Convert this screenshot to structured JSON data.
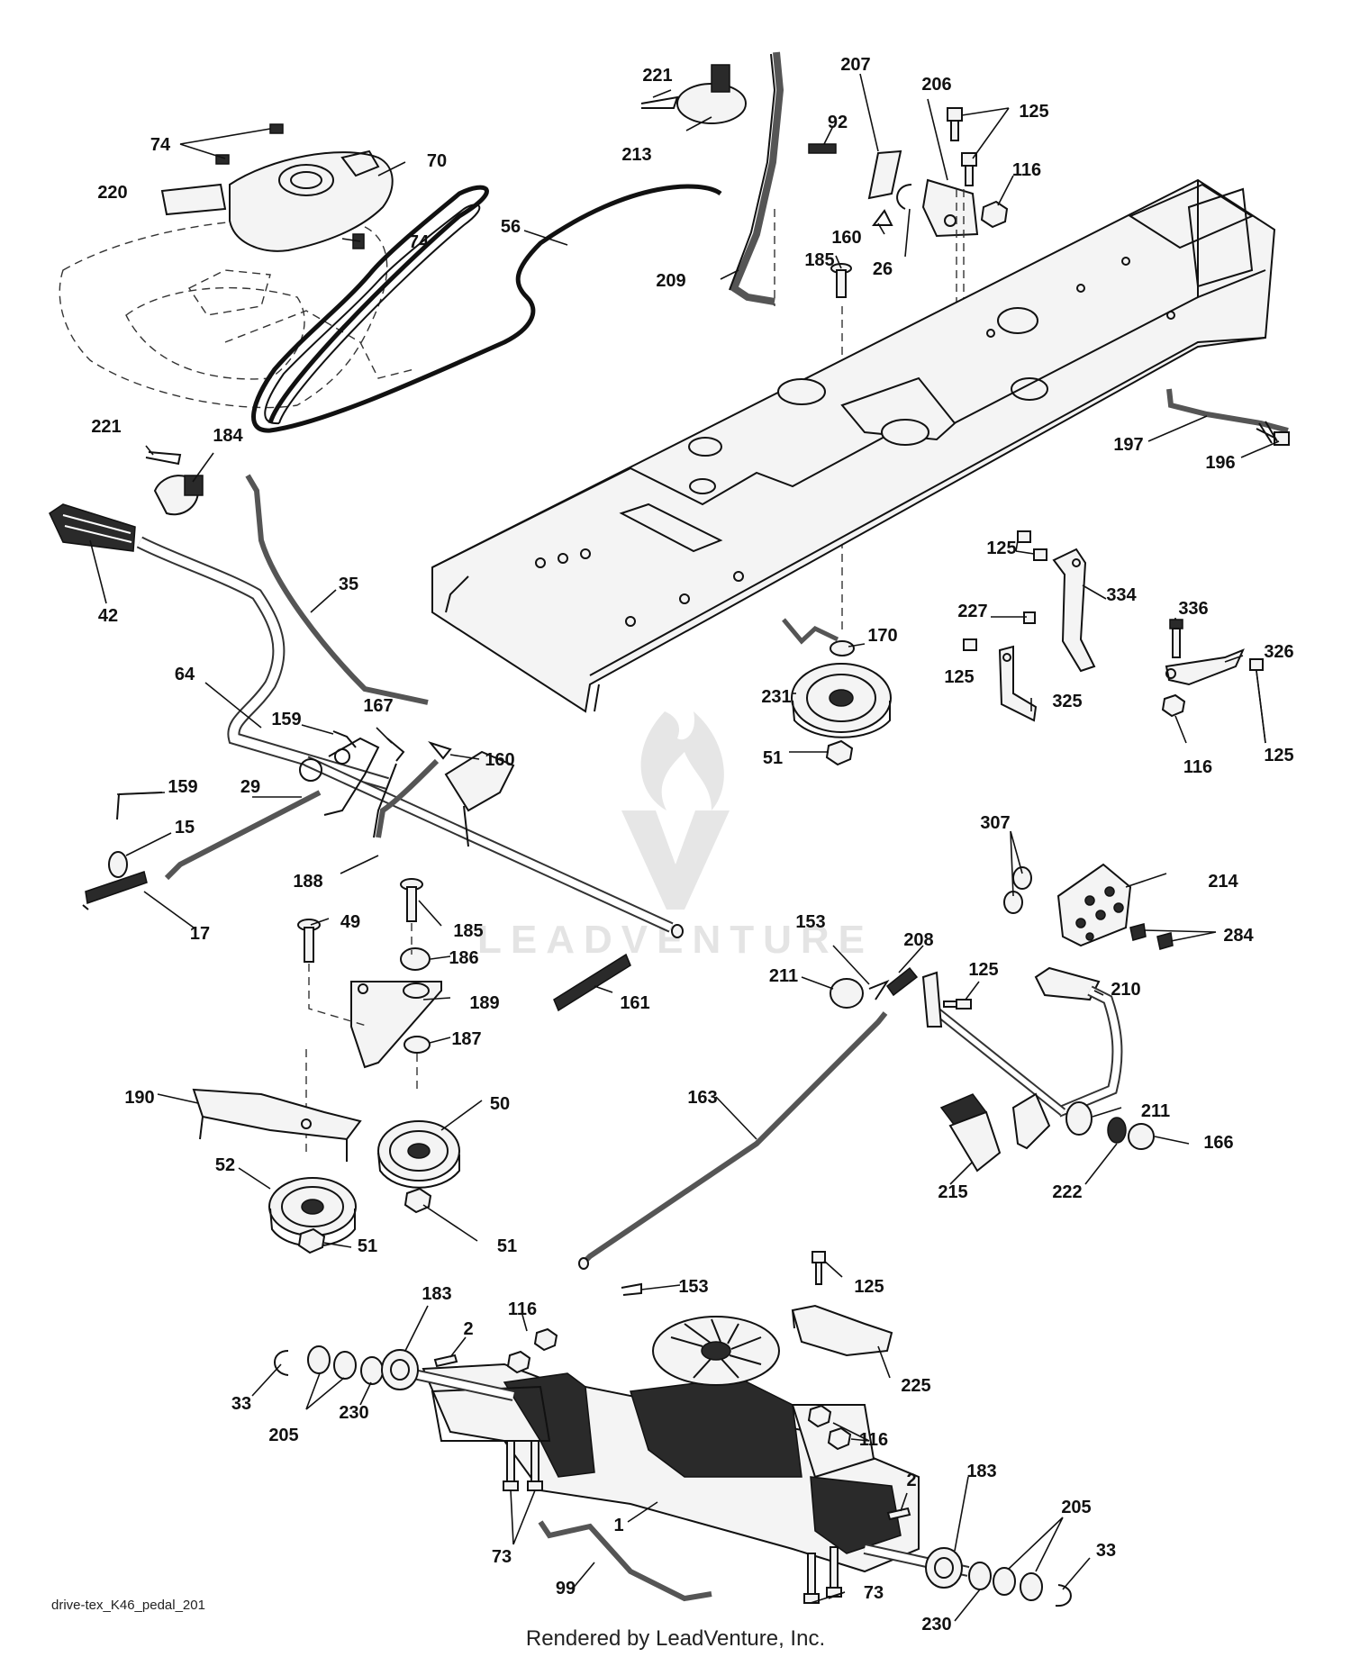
{
  "diagram": {
    "drawing_id": "drive-tex_K46_pedal_201",
    "footer": "Rendered by LeadVenture, Inc.",
    "watermark": "LEADVENTURE",
    "callouts": [
      {
        "id": "c221a",
        "text": "221"
      },
      {
        "id": "c213",
        "text": "213"
      },
      {
        "id": "c207",
        "text": "207"
      },
      {
        "id": "c206",
        "text": "206"
      },
      {
        "id": "c125a",
        "text": "125"
      },
      {
        "id": "c92",
        "text": "92"
      },
      {
        "id": "c116a",
        "text": "116"
      },
      {
        "id": "c74a",
        "text": "74"
      },
      {
        "id": "c70",
        "text": "70"
      },
      {
        "id": "c220",
        "text": "220"
      },
      {
        "id": "c74b",
        "text": "74"
      },
      {
        "id": "c56",
        "text": "56"
      },
      {
        "id": "c160a",
        "text": "160"
      },
      {
        "id": "c26",
        "text": "26"
      },
      {
        "id": "c185a",
        "text": "185"
      },
      {
        "id": "c209",
        "text": "209"
      },
      {
        "id": "c197",
        "text": "197"
      },
      {
        "id": "c196",
        "text": "196"
      },
      {
        "id": "c221b",
        "text": "221"
      },
      {
        "id": "c184",
        "text": "184"
      },
      {
        "id": "c42",
        "text": "42"
      },
      {
        "id": "c35",
        "text": "35"
      },
      {
        "id": "c125b",
        "text": "125"
      },
      {
        "id": "c334",
        "text": "334"
      },
      {
        "id": "c227",
        "text": "227"
      },
      {
        "id": "c336",
        "text": "336"
      },
      {
        "id": "c170",
        "text": "170"
      },
      {
        "id": "c326",
        "text": "326"
      },
      {
        "id": "c125c",
        "text": "125"
      },
      {
        "id": "c325",
        "text": "325"
      },
      {
        "id": "c231",
        "text": "231"
      },
      {
        "id": "c64",
        "text": "64"
      },
      {
        "id": "c159a",
        "text": "159"
      },
      {
        "id": "c167",
        "text": "167"
      },
      {
        "id": "c160b",
        "text": "160"
      },
      {
        "id": "c51a",
        "text": "51"
      },
      {
        "id": "c116b",
        "text": "116"
      },
      {
        "id": "c125d",
        "text": "125"
      },
      {
        "id": "c159b",
        "text": "159"
      },
      {
        "id": "c29",
        "text": "29"
      },
      {
        "id": "c15",
        "text": "15"
      },
      {
        "id": "c188",
        "text": "188"
      },
      {
        "id": "c307",
        "text": "307"
      },
      {
        "id": "c214",
        "text": "214"
      },
      {
        "id": "c17",
        "text": "17"
      },
      {
        "id": "c49",
        "text": "49"
      },
      {
        "id": "c185b",
        "text": "185"
      },
      {
        "id": "c153a",
        "text": "153"
      },
      {
        "id": "c208",
        "text": "208"
      },
      {
        "id": "c284",
        "text": "284"
      },
      {
        "id": "c186",
        "text": "186"
      },
      {
        "id": "c211a",
        "text": "211"
      },
      {
        "id": "c125e",
        "text": "125"
      },
      {
        "id": "c210",
        "text": "210"
      },
      {
        "id": "c189",
        "text": "189"
      },
      {
        "id": "c161",
        "text": "161"
      },
      {
        "id": "c187",
        "text": "187"
      },
      {
        "id": "c190",
        "text": "190"
      },
      {
        "id": "c50",
        "text": "50"
      },
      {
        "id": "c163",
        "text": "163"
      },
      {
        "id": "c211b",
        "text": "211"
      },
      {
        "id": "c166",
        "text": "166"
      },
      {
        "id": "c52",
        "text": "52"
      },
      {
        "id": "c215",
        "text": "215"
      },
      {
        "id": "c222",
        "text": "222"
      },
      {
        "id": "c51b",
        "text": "51"
      },
      {
        "id": "c51c",
        "text": "51"
      },
      {
        "id": "c153b",
        "text": "153"
      },
      {
        "id": "c125f",
        "text": "125"
      },
      {
        "id": "c183a",
        "text": "183"
      },
      {
        "id": "c116c",
        "text": "116"
      },
      {
        "id": "c2a",
        "text": "2"
      },
      {
        "id": "c33a",
        "text": "33"
      },
      {
        "id": "c225",
        "text": "225"
      },
      {
        "id": "c205a",
        "text": "205"
      },
      {
        "id": "c230a",
        "text": "230"
      },
      {
        "id": "c116d",
        "text": "116"
      },
      {
        "id": "c183b",
        "text": "183"
      },
      {
        "id": "c2b",
        "text": "2"
      },
      {
        "id": "c1",
        "text": "1"
      },
      {
        "id": "c205b",
        "text": "205"
      },
      {
        "id": "c73a",
        "text": "73"
      },
      {
        "id": "c33b",
        "text": "33"
      },
      {
        "id": "c99",
        "text": "99"
      },
      {
        "id": "c73b",
        "text": "73"
      },
      {
        "id": "c230b",
        "text": "230"
      }
    ]
  }
}
